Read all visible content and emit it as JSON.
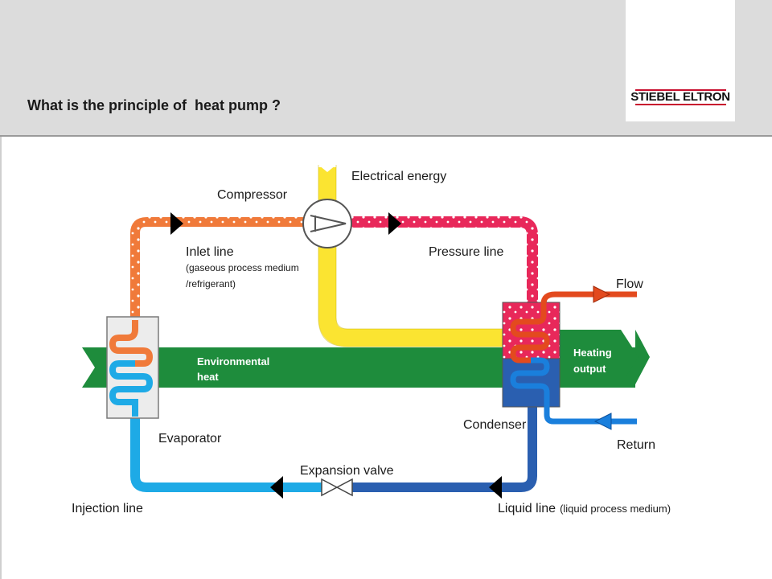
{
  "header": {
    "title": "What is the principle of  heat pump ?"
  },
  "logo": {
    "text": "STIEBEL ELTRON"
  },
  "labels": {
    "electrical_energy": "Electrical energy",
    "compressor": "Compressor",
    "inlet_line": "Inlet line",
    "inlet_line_sub1": "(gaseous process medium",
    "inlet_line_sub2": "/refrigerant)",
    "pressure_line": "Pressure line",
    "flow": "Flow",
    "environmental_heat_1": "Environmental",
    "environmental_heat_2": "heat",
    "heating_output_1": "Heating",
    "heating_output_2": "output",
    "condenser": "Condenser",
    "evaporator": "Evaporator",
    "return": "Return",
    "expansion_valve": "Expansion valve",
    "injection_line": "Injection line",
    "liquid_line": "Liquid line",
    "liquid_line_sub": "(liquid process medium)"
  },
  "colors": {
    "inlet_line": "#f07a3a",
    "pressure_line": "#e8285a",
    "electrical": "#fbe431",
    "environment": "#1e8c3c",
    "liquid_line": "#2a5fb0",
    "injection_line": "#1eaae6",
    "flow_pipe": "#e34a1e",
    "return_pipe": "#1a7fdc"
  }
}
